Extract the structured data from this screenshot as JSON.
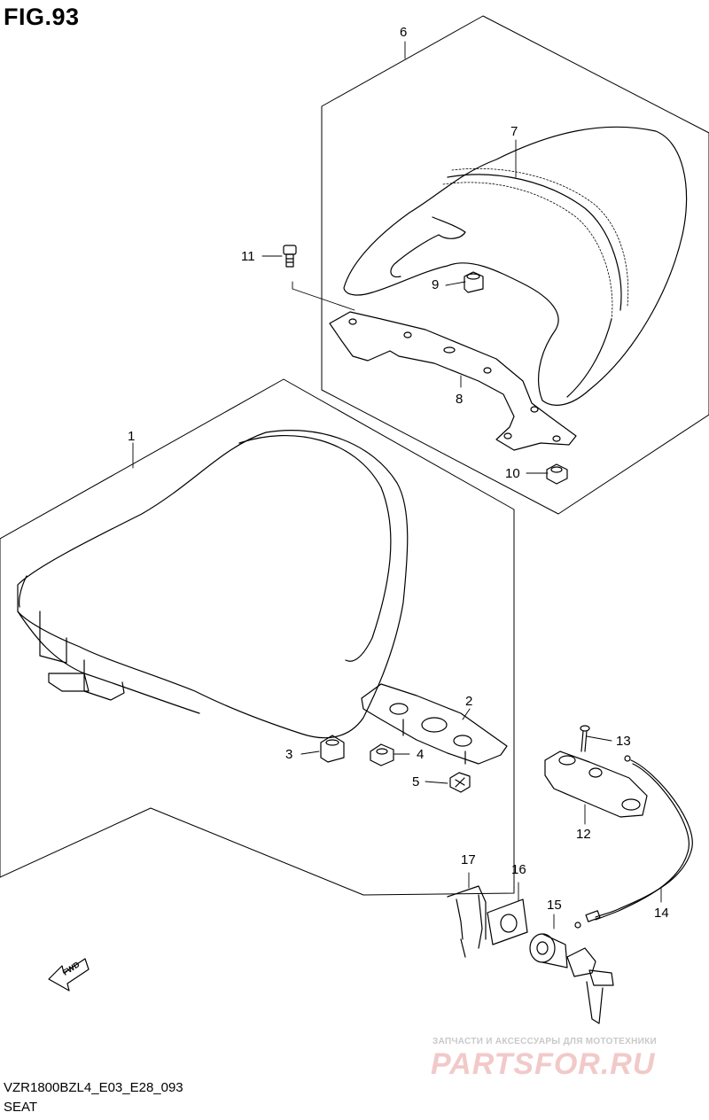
{
  "figure": {
    "title": "FIG.93",
    "code": "VZR1800BZL4_E03_E28_093",
    "name": "SEAT"
  },
  "callouts": {
    "c1": "1",
    "c2": "2",
    "c3": "3",
    "c4": "4",
    "c5": "5",
    "c6": "6",
    "c7": "7",
    "c8": "8",
    "c9": "9",
    "c10": "10",
    "c11": "11",
    "c12": "12",
    "c13": "13",
    "c14": "14",
    "c15": "15",
    "c16": "16",
    "c17": "17"
  },
  "fwd_label": "FWD",
  "watermark": {
    "subtitle": "ЗАПЧАСТИ И АКСЕССУАРЫ ДЛЯ МОТОТЕХНИКИ",
    "brand": "PARTSFOR.RU"
  }
}
